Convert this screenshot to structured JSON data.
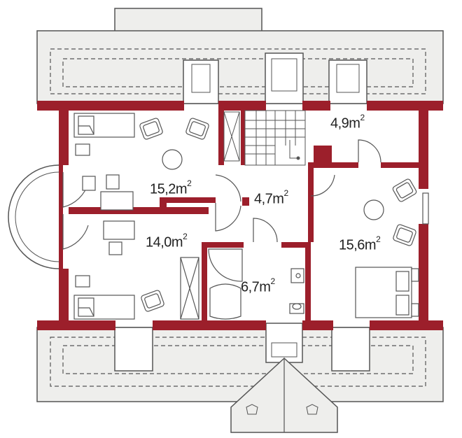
{
  "colors": {
    "wall": "#9c1f2b",
    "roof": "#eeeeec",
    "floor": "#ffffff",
    "line": "#555555"
  },
  "rooms": [
    {
      "id": "room-north-left",
      "area": "15,2m",
      "unit_sup": "2"
    },
    {
      "id": "room-south-left",
      "area": "14,0m",
      "unit_sup": "2"
    },
    {
      "id": "hall",
      "area": "4,7m",
      "unit_sup": "2"
    },
    {
      "id": "closet",
      "area": "4,9m",
      "unit_sup": "2"
    },
    {
      "id": "bathroom",
      "area": "6,7m",
      "unit_sup": "2"
    },
    {
      "id": "room-east",
      "area": "15,6m",
      "unit_sup": "2"
    }
  ]
}
